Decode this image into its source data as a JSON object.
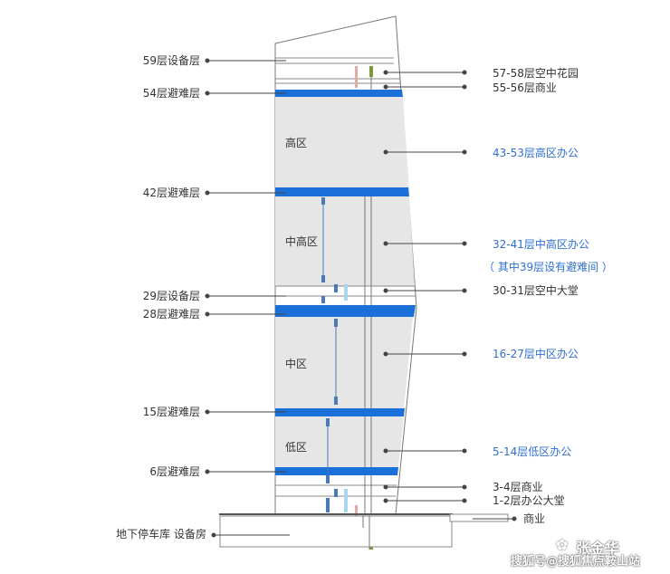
{
  "left_labels": {
    "f59": "59层设备层",
    "f54": "54层避难层",
    "f42": "42层避难层",
    "f29": "29层设备层",
    "f28": "28层避难层",
    "f15": "15层避难层",
    "f6": "6层避难层",
    "basement": "地下停车库 设备房"
  },
  "right_labels": {
    "garden": "57-58层空中花园",
    "biz_high": "55-56层商业",
    "office_high": "43-53层高区办公",
    "office_midhigh": "32-41层中高区办公",
    "office_midhigh_note": "（ 其中39层设有避难间 ）",
    "lobby_sky": "30-31层空中大堂",
    "office_mid": "16-27层中区办公",
    "office_low": "5-14层低区办公",
    "biz_low": "3-4层商业",
    "lobby_ground": "1-2层办公大堂",
    "biz_podium": "商业"
  },
  "zones": {
    "high": "高区",
    "midhigh": "中高区",
    "mid": "中区",
    "low": "低区"
  },
  "colors": {
    "refuge_floor": "#1a6fd8",
    "office_text": "#2f6fd0",
    "zone_fill": "#e6e6e6",
    "leader_line": "#444444",
    "elevator_shaft": "#4a7ab8"
  },
  "watermark": {
    "author": "张金华",
    "source": "搜狐号@搜狐焦点鞍山站"
  }
}
